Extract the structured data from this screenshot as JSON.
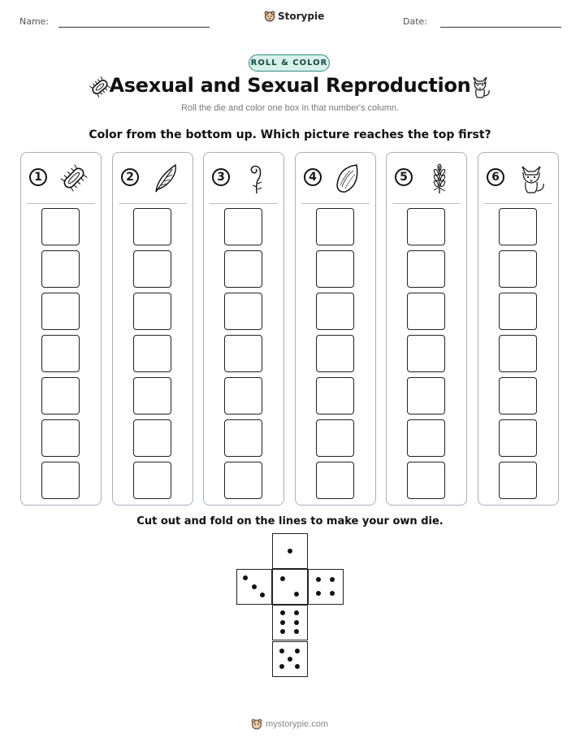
{
  "header": {
    "name_label": "Name:",
    "date_label": "Date:",
    "brand_name": "Storypie",
    "brand_icon": "storypie-mascot-icon"
  },
  "tag": "ROLL & COLOR",
  "title": "Asexual and Sexual Reproduction",
  "title_icons": [
    "bacteria-icon",
    "fox-icon"
  ],
  "subtitle": "Roll the die and color one box in that number's column.",
  "instruction": "Color from the bottom up. Which picture reaches the top first?",
  "columns": [
    {
      "number": "1",
      "icon": "bacteria-icon",
      "boxes": 7
    },
    {
      "number": "2",
      "icon": "feather-icon",
      "boxes": 7
    },
    {
      "number": "3",
      "icon": "fern-icon",
      "boxes": 7
    },
    {
      "number": "4",
      "icon": "almond-seed-icon",
      "boxes": 7
    },
    {
      "number": "5",
      "icon": "wheat-icon",
      "boxes": 7
    },
    {
      "number": "6",
      "icon": "fox-icon",
      "boxes": 7
    }
  ],
  "cut_instruction": "Cut out and fold on the lines to make your own die.",
  "die_net": {
    "faces": [
      {
        "position": "top",
        "pips": 1
      },
      {
        "position": "left",
        "pips": 3
      },
      {
        "position": "center",
        "pips": 2
      },
      {
        "position": "right",
        "pips": 4
      },
      {
        "position": "below-center",
        "pips": 6
      },
      {
        "position": "bottom",
        "pips": 5
      }
    ]
  },
  "footer": {
    "text": "mystorypie.com",
    "icon": "storypie-mascot-icon"
  }
}
